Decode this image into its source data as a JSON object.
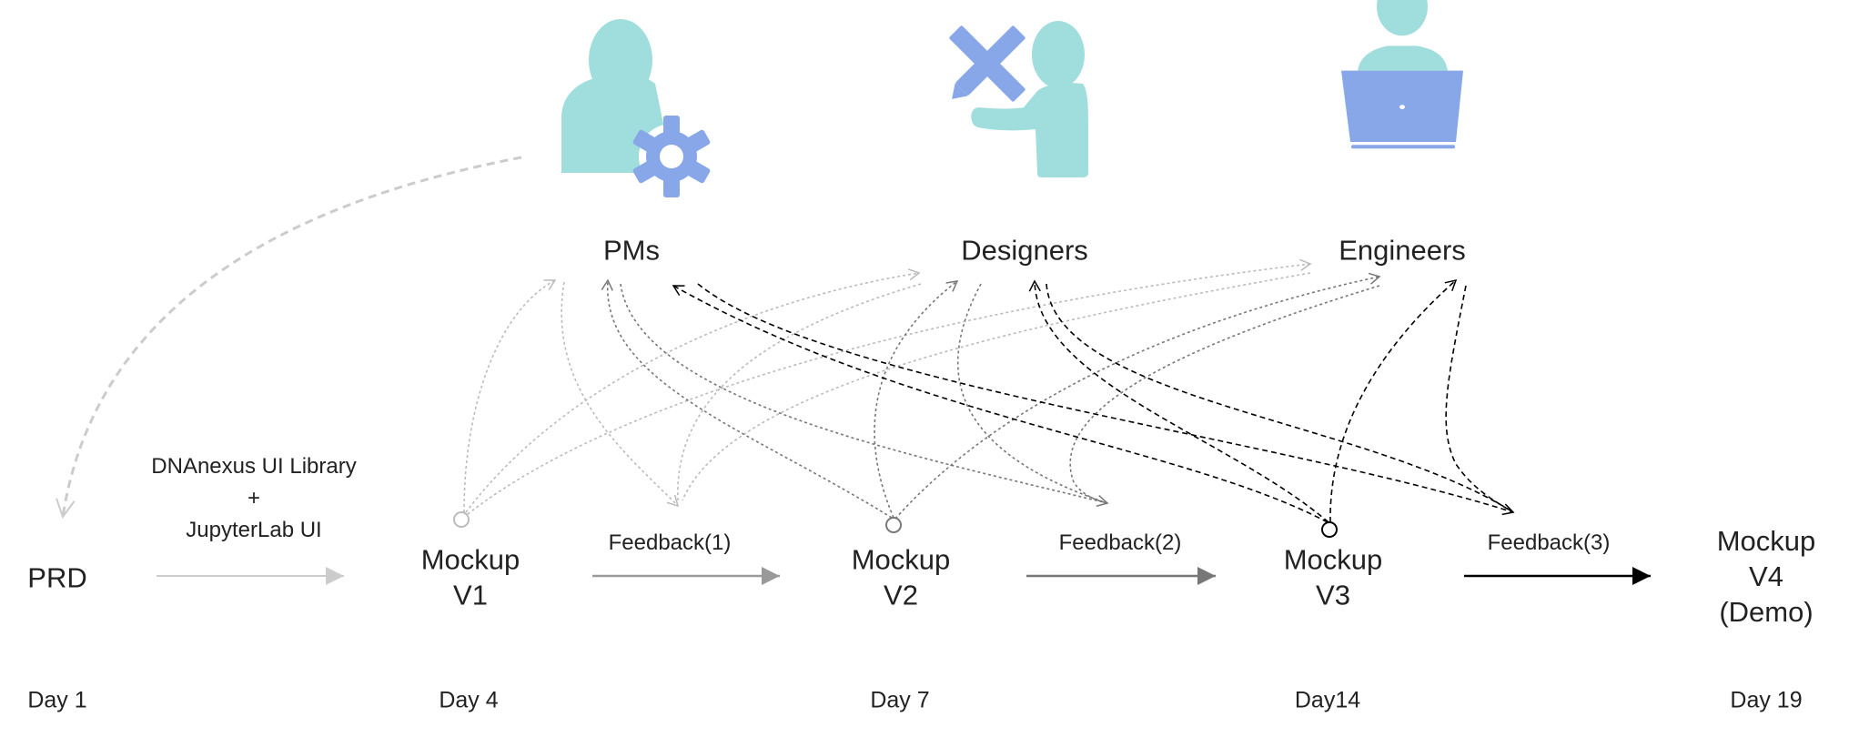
{
  "roles": [
    {
      "label": "PMs",
      "icon": "pm-gear-person-icon"
    },
    {
      "label": "Designers",
      "icon": "designer-ruler-pencil-person-icon"
    },
    {
      "label": "Engineers",
      "icon": "engineer-laptop-person-icon"
    }
  ],
  "stages": [
    {
      "label": "PRD",
      "day": "Day 1"
    },
    {
      "label_line1": "Mockup",
      "label_line2": "V1",
      "day": "Day 4"
    },
    {
      "label_line1": "Mockup",
      "label_line2": "V2",
      "day": "Day 7"
    },
    {
      "label_line1": "Mockup",
      "label_line2": "V3",
      "day": "Day14"
    },
    {
      "label_line1": "Mockup",
      "label_line2": "V4",
      "label_line3": "(Demo)",
      "day": "Day 19"
    }
  ],
  "transitions": [
    {
      "line1": "DNAnexus UI Library",
      "line2": "+",
      "line3": "JupyterLab UI",
      "color": "#cccccc"
    },
    {
      "label": "Feedback(1)",
      "color": "#999999"
    },
    {
      "label": "Feedback(2)",
      "color": "#777777"
    },
    {
      "label": "Feedback(3)",
      "color": "#000000"
    }
  ],
  "colors": {
    "person": "#a0dedd",
    "accent": "#87a7e8"
  }
}
